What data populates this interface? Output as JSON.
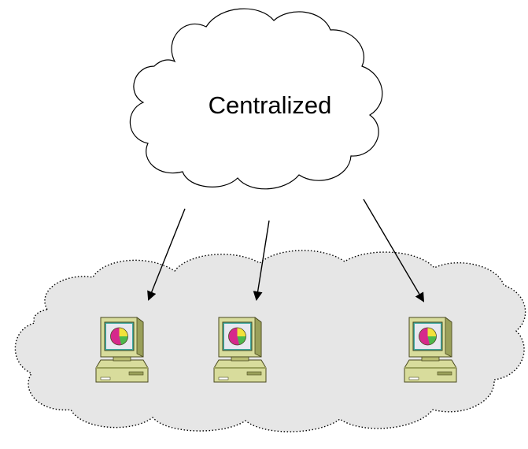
{
  "top_cloud": {
    "label": "Centralized"
  },
  "computers": [
    {
      "name": "computer-1"
    },
    {
      "name": "computer-2"
    },
    {
      "name": "computer-3"
    }
  ],
  "colors": {
    "cloud_stroke": "#000000",
    "bottom_cloud_fill": "#e6e6e6",
    "arrow": "#000000",
    "monitor_body": "#d8dc9c",
    "monitor_shadow": "#9aa05a",
    "screen": "#3fa8a0",
    "pie_magenta": "#d6288c",
    "pie_yellow": "#f2e23a",
    "pie_green": "#4cb84c",
    "pie_blue": "#5f8fd8"
  }
}
